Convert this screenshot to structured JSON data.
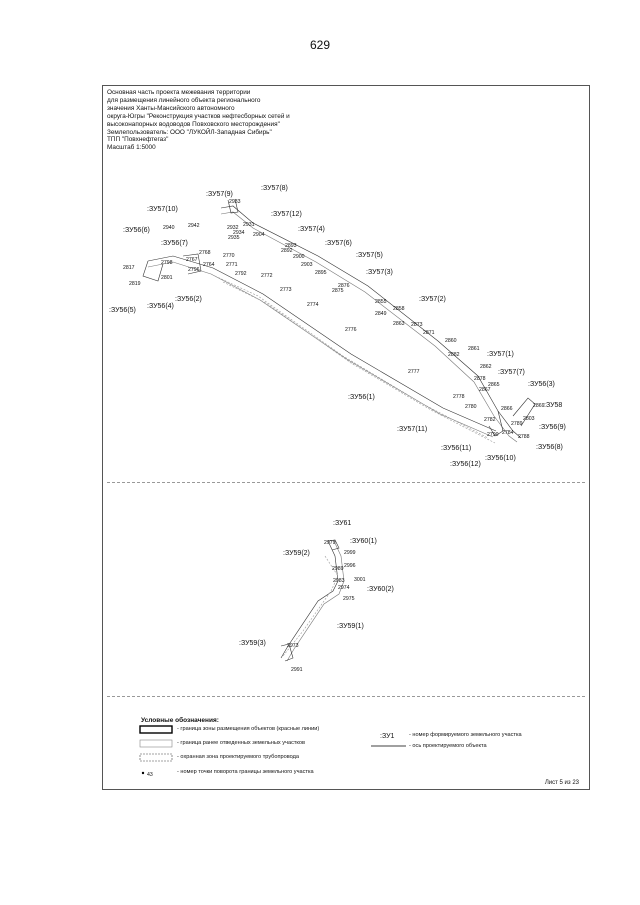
{
  "page": {
    "number": "629"
  },
  "header": {
    "lines": [
      "Основная часть проекта межевания территории",
      "для размещения линейного объекта регионального",
      "значения Ханты-Мансийского автономного",
      "округа-Югры \"Реконструкция участков нефтесборных сетей и",
      "высоконапорных водоводов Повховского месторождения\"",
      "Землепользователь: ООО \"ЛУКОЙЛ-Западная Сибирь\"",
      "ТПП \"Повхнефтегаз\"",
      "Масштаб 1:5000"
    ]
  },
  "map_upper": {
    "parcels": [
      ":ЗУ57(9)",
      ":ЗУ57(8)",
      ":ЗУ57(10)",
      ":ЗУ57(12)",
      ":ЗУ56(6)",
      ":ЗУ57(4)",
      ":ЗУ56(7)",
      ":ЗУ57(6)",
      ":ЗУ57(5)",
      ":ЗУ57(3)",
      ":ЗУ56(5)",
      ":ЗУ56(4)",
      ":ЗУ56(2)",
      ":ЗУ57(2)",
      ":ЗУ57(1)",
      ":ЗУ56(1)",
      ":ЗУ57(7)",
      ":ЗУ56(3)",
      ":ЗУ58",
      ":ЗУ57(11)",
      ":ЗУ56(9)",
      ":ЗУ56(11)",
      ":ЗУ56(8)",
      ":ЗУ56(10)",
      ":ЗУ56(12)"
    ],
    "points": [
      "2933",
      "2931",
      "2942",
      "2940",
      "2932",
      "2934",
      "2935",
      "2904",
      "2893",
      "2892",
      "2900",
      "2903",
      "2768",
      "2770",
      "2767",
      "2771",
      "2798",
      "2764",
      "2796",
      "2817",
      "2819",
      "2801",
      "2792",
      "2772",
      "2773",
      "2774",
      "2776",
      "2777",
      "2778",
      "2780",
      "2895",
      "2876",
      "2875",
      "2855",
      "2858",
      "2849",
      "2863",
      "2873",
      "2871",
      "2860",
      "2861",
      "2882",
      "2862",
      "2878",
      "2865",
      "2867",
      "2866",
      "2869",
      "2803",
      "2789",
      "2782",
      "2790",
      "2784",
      "2788"
    ]
  },
  "map_lower": {
    "parcels": [
      ":ЗУ61",
      ":ЗУ60(1)",
      ":ЗУ59(2)",
      ":ЗУ60(2)",
      ":ЗУ59(1)",
      ":ЗУ59(3)"
    ],
    "points": [
      "2979",
      "2999",
      "2996",
      "2989",
      "2983",
      "3001",
      "2974",
      "2975",
      "2973",
      "2991"
    ]
  },
  "legend": {
    "title": "Условные обозначения:",
    "items": [
      "- граница зоны размещения объектов (красные линии)",
      "- граница ранее отведенных земельных участков",
      "- охранная зона проектируемого трубопровода",
      "- номер точки поворота границы земельного участка",
      "- номер формируемого земельного участка",
      "- ось проектируемого объекта"
    ],
    "sample_point": "43",
    "sample_parcel": ":ЗУ1"
  },
  "footer": {
    "sheet": "Лист 5 из 23"
  }
}
